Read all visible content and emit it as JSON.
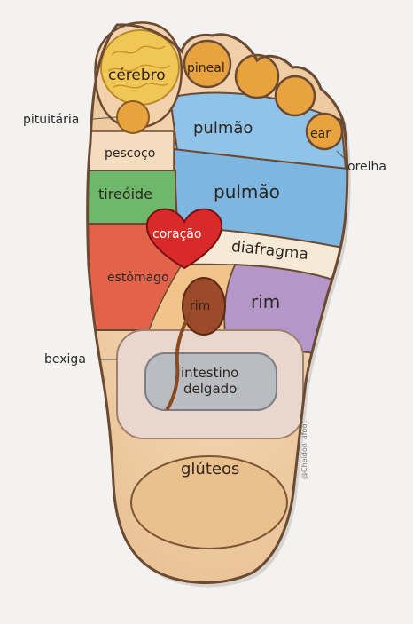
{
  "labels": {
    "cerebro": "cérebro",
    "pineal": "pineal",
    "pituitaria": "pituitária",
    "pulmao_upper": "pulmão",
    "ear": "ear",
    "pescoco": "pescoço",
    "orelha": "orelha",
    "tireoide": "tireóide",
    "pulmao_lower": "pulmão",
    "coracao": "coração",
    "diafragma": "diafragma",
    "estomago": "estômago",
    "rim_left": "rim",
    "rim_right": "rim",
    "bexiga": "bexiga",
    "intestino": "intestino",
    "delgado": "delgado",
    "gluteos": "glúteos"
  },
  "watermark": "@Cheidon_afoot",
  "colors": {
    "background": "#f3f2f0",
    "outline": "#6b4a33",
    "skin": "#f2d2ac",
    "brain": "#f0c655",
    "toe": "#e8a33e",
    "lung": "#8fc4e8",
    "thyroid": "#6db86a",
    "heart": "#d92a2a",
    "stomach": "#e2634a",
    "diaphragm": "#f6ead6",
    "kidney_zone": "#b496c8",
    "kidney": "#9c4a2a",
    "intestine": "#e9d6cc",
    "small_intestine": "#b9bcc0",
    "gluteal": "#eac08c"
  }
}
